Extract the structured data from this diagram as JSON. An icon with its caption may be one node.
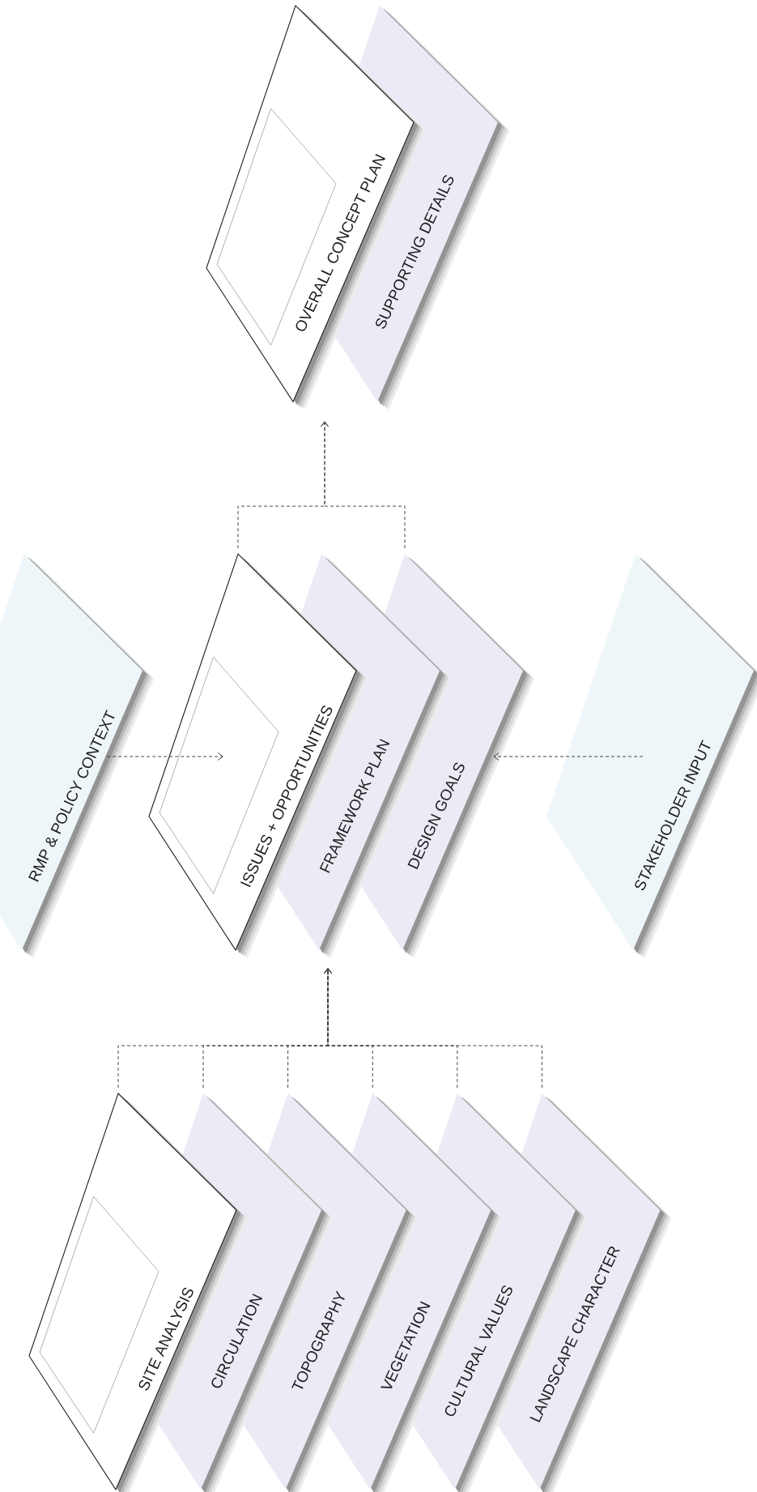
{
  "diagram": {
    "nodes": [
      {
        "text": [
          "OVERALL CONCEPT PLAN"
        ]
      },
      {
        "text": [
          "SUPPORTING DETAILS"
        ]
      },
      {
        "text": [
          "RMP & POLICY CONTEXT"
        ]
      },
      {
        "text": [
          "ISSUES + OPPORTUNITIES"
        ]
      },
      {
        "text": [
          "FRAMEWORK PLAN"
        ]
      },
      {
        "text": [
          "DESIGN GOALS"
        ]
      },
      {
        "text": [
          "STAKEHOLDER INPUT"
        ]
      },
      {
        "text": [
          "SITE ANALYSIS"
        ]
      },
      {
        "text": [
          "CIRCULATION"
        ]
      },
      {
        "text": [
          "TOPOGRAPHY"
        ]
      },
      {
        "text": [
          "VEGETATION"
        ]
      },
      {
        "text": [
          "CULTURAL VALUES"
        ]
      },
      {
        "text": [
          "LANDSCAPE CHARACTER"
        ]
      }
    ],
    "edges": [
      {
        "from": 7,
        "to": 4,
        "arrow": "to",
        "style": "dashed"
      },
      {
        "from": 8,
        "to": 4,
        "arrow": "to",
        "style": "dashed"
      },
      {
        "from": 9,
        "to": 4,
        "arrow": "to",
        "style": "dashed"
      },
      {
        "from": 10,
        "to": 4,
        "arrow": "to",
        "style": "dashed"
      },
      {
        "from": 11,
        "to": 4,
        "arrow": "to",
        "style": "dashed"
      },
      {
        "from": 12,
        "to": 4,
        "arrow": "to",
        "style": "dashed"
      },
      {
        "from": 2,
        "to": 3,
        "arrow": "to",
        "style": "dashed"
      },
      {
        "from": 6,
        "to": 5,
        "arrow": "to",
        "style": "dashed"
      },
      {
        "from": 3,
        "to": 0,
        "arrow": "to",
        "style": "dashed"
      },
      {
        "from": 5,
        "to": 0,
        "arrow": "to",
        "style": "dashed"
      }
    ]
  }
}
